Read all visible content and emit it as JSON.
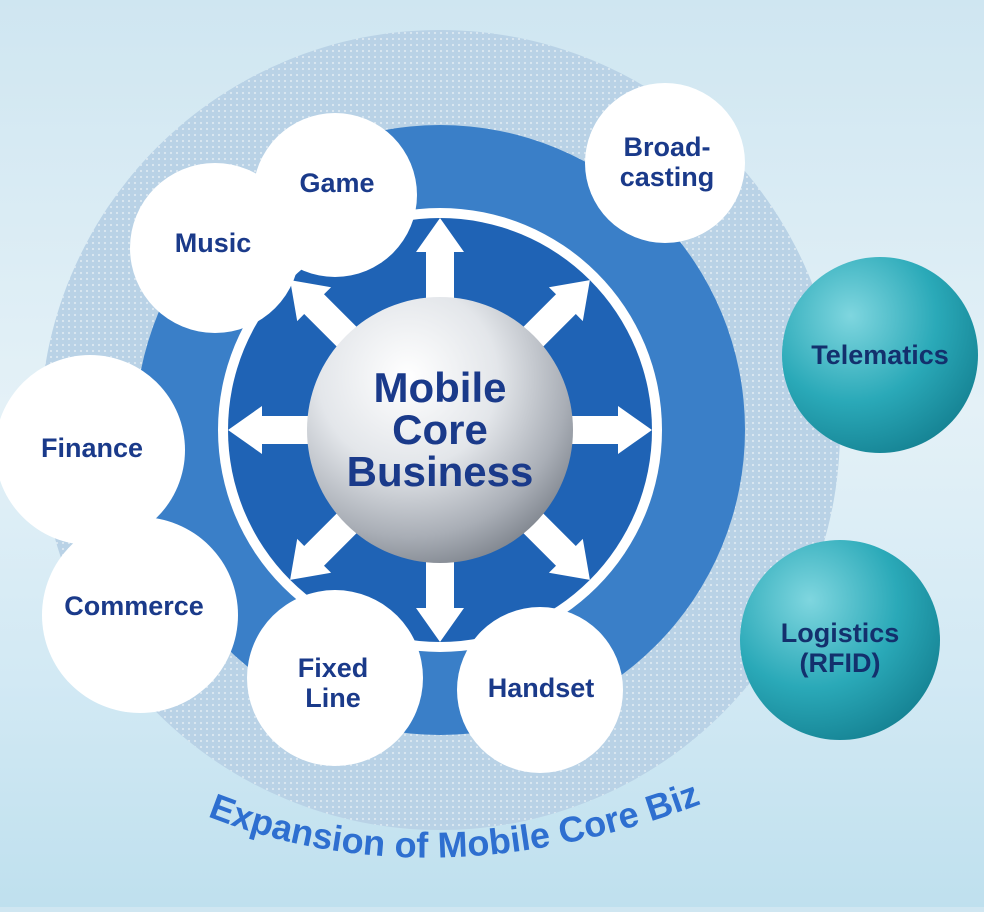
{
  "core": {
    "label": "Mobile\nCore\nBusiness"
  },
  "inner_items": [
    {
      "id": "game",
      "label": "Game"
    },
    {
      "id": "music",
      "label": "Music"
    },
    {
      "id": "broadcasting",
      "label": "Broad-\ncasting"
    },
    {
      "id": "finance",
      "label": "Finance"
    },
    {
      "id": "commerce",
      "label": "Commerce"
    },
    {
      "id": "fixed-line",
      "label": "Fixed\nLine"
    },
    {
      "id": "handset",
      "label": "Handset"
    }
  ],
  "outer_items": [
    {
      "id": "telematics",
      "label": "Telematics"
    },
    {
      "id": "logistics",
      "label": "Logistics\n(RFID)"
    }
  ],
  "arc_caption": "Expansion of Mobile Core Biz",
  "colors": {
    "ring_outer": "#aac9df",
    "ring_mid": "#3a7fc8",
    "ring_inner": "#1f63b5",
    "bubble_white": "#ffffff",
    "bubble_teal": "#2aa9b8",
    "text": "#1a3a8a"
  }
}
